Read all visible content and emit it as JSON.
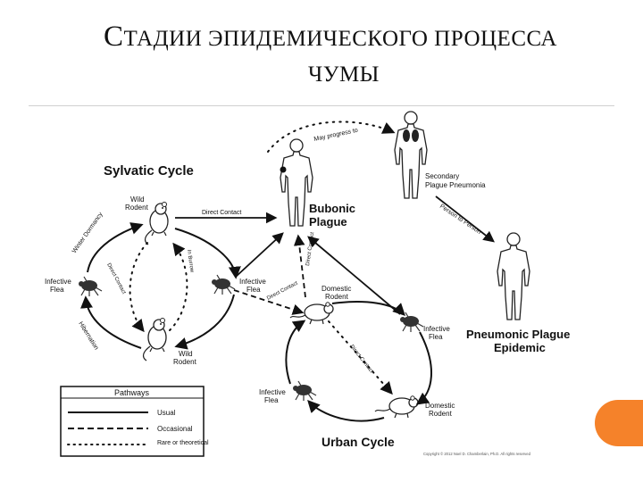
{
  "slide": {
    "title_first_letter": "С",
    "title_rest": "ТАДИИ ЭПИДЕМИЧЕСКОГО ПРОЦЕССА",
    "title_line2": "ЧУМЫ"
  },
  "diagram": {
    "sylvatic_cycle": "Sylvatic Cycle",
    "urban_cycle": "Urban Cycle",
    "bubonic_plague": [
      "Bubonic",
      "Plague"
    ],
    "pneumonic_epidemic": [
      "Pneumonic Plague",
      "Epidemic"
    ],
    "secondary_pneumonia": [
      "Secondary",
      "Plague Pneumonia"
    ],
    "wild_rodent_top": [
      "Wild",
      "Rodent"
    ],
    "wild_rodent_bottom": [
      "Wild",
      "Rodent"
    ],
    "infective_flea_left": [
      "Infective",
      "Flea"
    ],
    "infective_flea_mid": [
      "Infective",
      "Flea"
    ],
    "infective_flea_right": [
      "Infective",
      "Flea"
    ],
    "infective_flea_urban": [
      "Infective",
      "Flea"
    ],
    "domestic_rodent_mid": [
      "Domestic",
      "Rodent"
    ],
    "domestic_rodent_bottom": [
      "Domestic",
      "Rodent"
    ],
    "edge_direct_contact": "Direct Contact",
    "edge_person_to_person": "Person to Person",
    "edge_may_progress": "May progress to",
    "edge_winter_dormancy": "Winter Dormancy",
    "edge_hibernation": "Hibernation",
    "edge_direct_contact_v1": "Direct Contact",
    "edge_direct_contact_v2": "Direct Contact",
    "edge_direct_contact_d1": "Direct Contact",
    "edge_direct_contact_d2": "Direct Contact",
    "edge_in_burrow": "In Burrow",
    "copyright": "Copyright © 2012 Noel D. Chamberlain, Ph.D. All rights reserved"
  },
  "legend": {
    "title": "Pathways",
    "items": [
      {
        "label": "Usual",
        "style": "solid"
      },
      {
        "label": "Occasional",
        "style": "dashed"
      },
      {
        "label": "Rare or theoretical",
        "style": "dotted"
      }
    ]
  },
  "colors": {
    "accent": "#f5822a",
    "ink": "#111111"
  }
}
